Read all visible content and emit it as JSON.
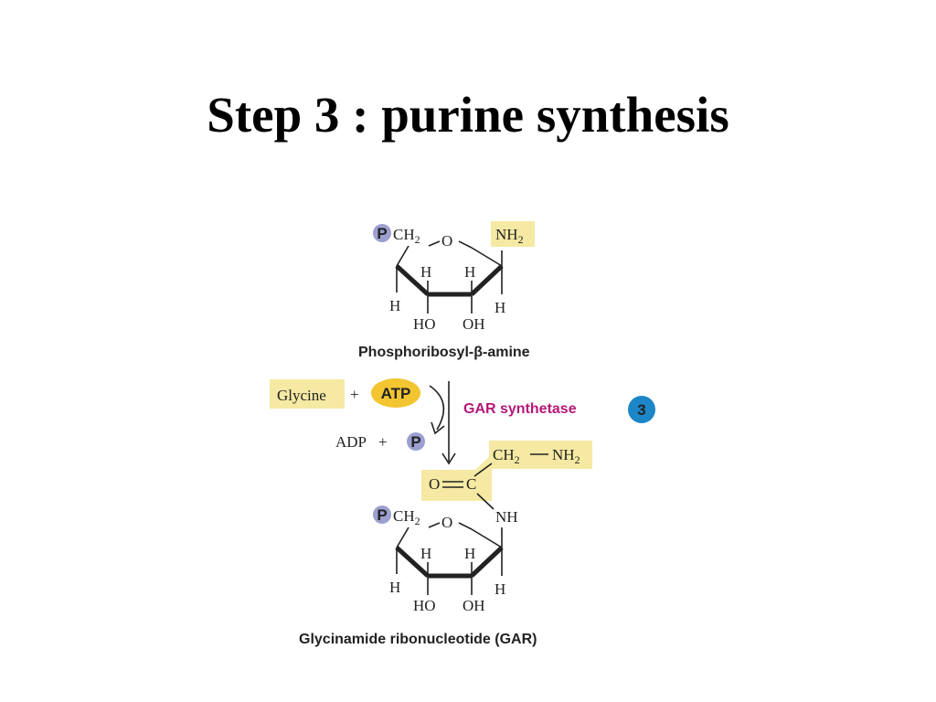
{
  "slide": {
    "title": "Step 3 : purine synthesis"
  },
  "colors": {
    "highlight": "#f5e9a3",
    "atp_fill": "#f2c531",
    "phosphate": "#9c9fd0",
    "step_badge": "#1c86c8",
    "enzyme_text": "#b5177a"
  },
  "reactant": {
    "phosphate": "P",
    "ch2": "CH",
    "ch2_sub": "2",
    "ring_o": "O",
    "nh2": "NH",
    "nh2_sub": "2",
    "h_left": "H",
    "h_inner_left": "H",
    "h_inner_right": "H",
    "h_right": "H",
    "ho": "HO",
    "oh": "OH",
    "name": "Phosphoribosyl-β-amine"
  },
  "reaction": {
    "glycine": "Glycine",
    "plus1": "+",
    "atp": "ATP",
    "enzyme": "GAR synthetase",
    "step_number": "3",
    "adp": "ADP",
    "plus2": "+",
    "phosphate": "P"
  },
  "product": {
    "ch2": "CH",
    "ch2_sub": "2",
    "dash": "—",
    "nh2": "NH",
    "nh2_sub": "2",
    "o": "O",
    "c": "C",
    "nh": "NH",
    "phosphate": "P",
    "ring_ch2": "CH",
    "ring_ch2_sub": "2",
    "ring_o": "O",
    "h_left": "H",
    "h_inner_left": "H",
    "h_inner_right": "H",
    "h_right": "H",
    "ho": "HO",
    "oh": "OH",
    "name": "Glycinamide ribonucleotide (GAR)"
  }
}
